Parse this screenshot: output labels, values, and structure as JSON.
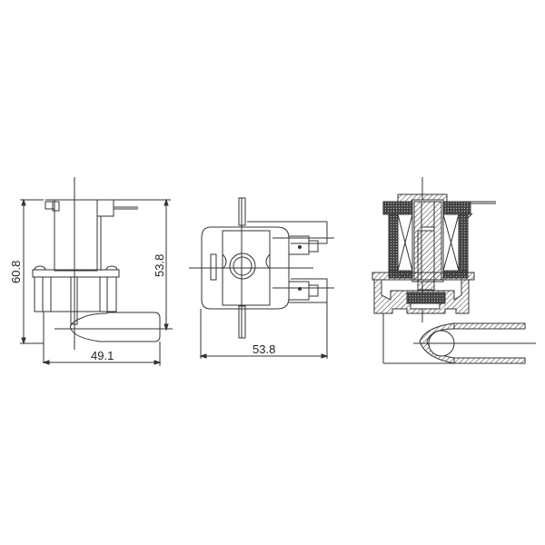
{
  "drawing": {
    "subject": "Solenoid valve technical drawing",
    "views": [
      {
        "name": "side-view",
        "dimensions": {
          "height_overall": "60.8",
          "height_body": "53.8",
          "width": "49.1"
        }
      },
      {
        "name": "top-view",
        "dimensions": {
          "width": "53.8"
        }
      },
      {
        "name": "section-view"
      }
    ]
  },
  "labels": {
    "side_height_overall": "60.8",
    "side_height_body": "53.8",
    "side_width": "49.1",
    "top_width": "53.8"
  },
  "colors": {
    "line": "#333333",
    "fill_dark": "#3a3a3a",
    "background": "#ffffff"
  }
}
